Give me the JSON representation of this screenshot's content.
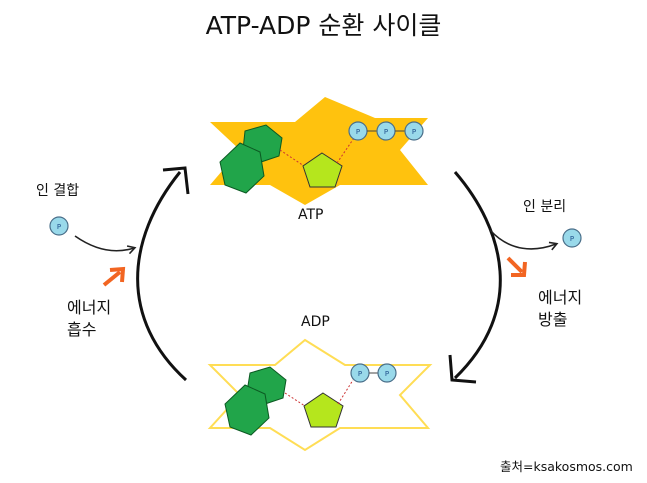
{
  "title": "ATP-ADP 순환 사이클",
  "atp_label": "ATP",
  "adp_label": "ADP",
  "phosphate_bind": "인 결합",
  "energy_absorb": [
    "에너지",
    "흡수"
  ],
  "phosphate_split": "인 분리",
  "energy_release": [
    "에너지",
    "방출"
  ],
  "phosphate_symbol": "P",
  "source": "출처=ksakosmos.com",
  "colors": {
    "atp_star": "#FFC20E",
    "adp_star_outline": "#FFDD55",
    "hexagon": "#21A54A",
    "pentagon": "#B5E61D",
    "phosphate": "#99D9EA",
    "energy_arrow": "#F26522"
  }
}
